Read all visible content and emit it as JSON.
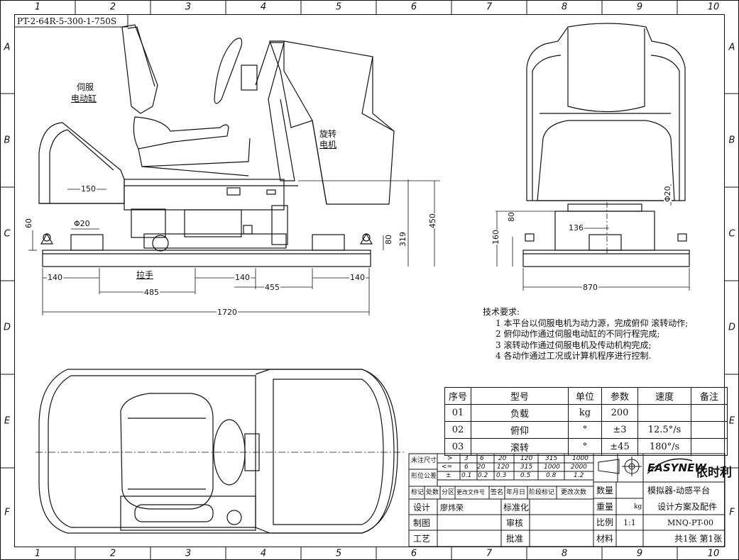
{
  "drawing": {
    "part_code": "PT-2-64R-5-300-1-750S",
    "grid_numbers": [
      "1",
      "2",
      "3",
      "4",
      "5",
      "6",
      "7",
      "8",
      "9",
      "10"
    ],
    "grid_letters": [
      "A",
      "B",
      "C",
      "D",
      "E",
      "F"
    ]
  },
  "callouts": {
    "servo_cylinder_l1": "伺服",
    "servo_cylinder_l2": "电动缸",
    "rotary_motor_l1": "旋转",
    "rotary_motor_l2": "电机",
    "handle": "拉手"
  },
  "dimensions": {
    "d150": "150",
    "d60": "60",
    "d20a": "Φ20",
    "d80a": "80",
    "d319": "319",
    "d450": "450",
    "d140a": "140",
    "d485": "485",
    "d140b": "140",
    "d455": "455",
    "d140c": "140",
    "d1720": "1720",
    "d160": "160",
    "d80b": "80",
    "d136": "136",
    "d20b": "Φ20",
    "d870": "870"
  },
  "tech": {
    "title": "技术要求:",
    "items": [
      "1 本平台以伺服电机为动力源，完成俯仰 滚转动作;",
      "2 俯仰动作通过伺服电动缸的不同行程完成;",
      "3 滚转动作通过伺服电机及传动机构完成;",
      "4 各动作通过工况或计算机程序进行控制."
    ]
  },
  "spec_table": {
    "headers": [
      "序号",
      "型号",
      "单位",
      "参数",
      "速度",
      "备注"
    ],
    "rows": [
      [
        "01",
        "负载",
        "kg",
        "200",
        "",
        ""
      ],
      [
        "02",
        "俯仰",
        "°",
        "±3",
        "12.5°/s",
        ""
      ],
      [
        "03",
        "滚转",
        "°",
        "±45",
        "180°/s",
        ""
      ]
    ]
  },
  "tolerance": {
    "label1": "未注尺寸",
    "label2": "形位公差",
    "sym_gt": ">",
    "sym_le": "<=",
    "sym_pm": "±",
    "gt": [
      "3",
      "6",
      "20",
      "120",
      "315",
      "1000"
    ],
    "le": [
      "6",
      "20",
      "120",
      "315",
      "1000",
      "2000"
    ],
    "pm": [
      "0.1",
      "0.2",
      "0.3",
      "0.5",
      "0.8",
      "1.2"
    ]
  },
  "title_block": {
    "headers": [
      "标记",
      "处数",
      "分区",
      "更改文件号",
      "签名",
      "年月日",
      "阶段标记",
      "更改次数"
    ],
    "design_label": "设计",
    "designer": "廖炜荣",
    "standard_label": "标准化",
    "draw_label": "制图",
    "check_label": "审核",
    "process_label": "工艺",
    "approve_label": "批准",
    "qty_label": "数量",
    "weight_label": "重量",
    "weight_unit": "kg",
    "scale_label": "比例",
    "scale": "1:1",
    "material_label": "材料",
    "name_l1": "模拟器-动感平台",
    "name_l2": "设计方案及配件",
    "drawing_no": "MNQ-PT-00",
    "sheets": "共1张 第1张",
    "logo": "EASYNEW",
    "brand": "依时利"
  }
}
